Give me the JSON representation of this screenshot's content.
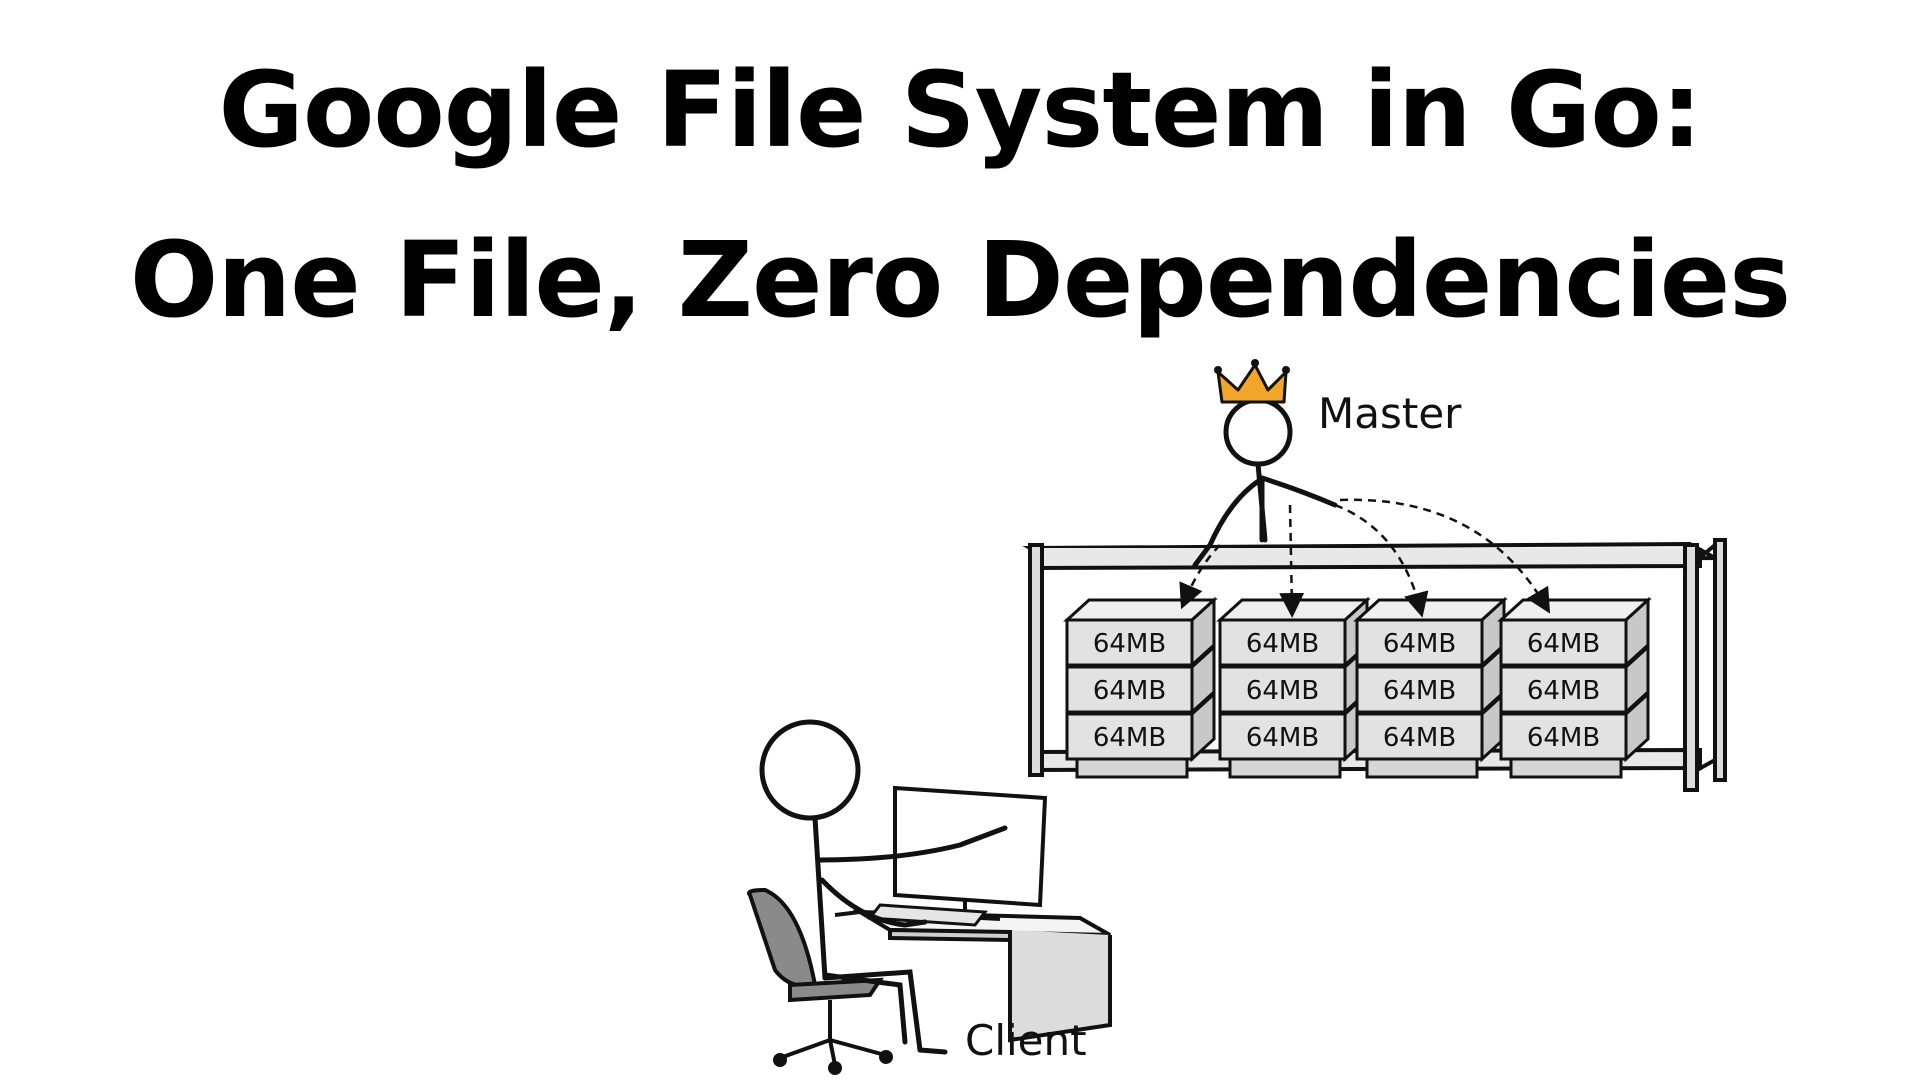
{
  "title": {
    "line1": "Google File System in Go:",
    "line2": "One File, Zero Dependencies"
  },
  "illustration": {
    "master_label": "Master",
    "client_label": "Client",
    "chunk_label": "64MB",
    "crown_color": "#f2a629"
  }
}
